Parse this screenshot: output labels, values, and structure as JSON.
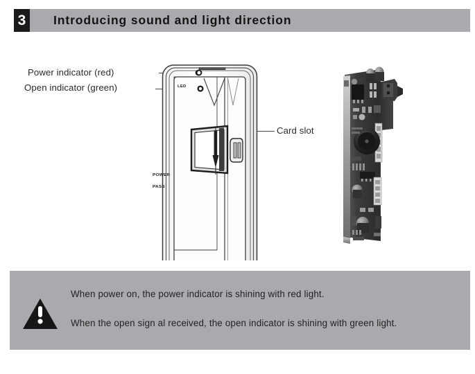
{
  "header": {
    "number": "3",
    "title": "Introducing sound and light direction",
    "bar_color": "#a8aaad",
    "number_box_color": "#1b1b1b"
  },
  "figure": {
    "callouts": [
      {
        "name": "power-indicator",
        "label": "Power indicator (red)"
      },
      {
        "name": "open-indicator",
        "label": "Open indicator (green)"
      },
      {
        "name": "card-slot",
        "label": "Card slot"
      }
    ],
    "device_silkscreen": [
      {
        "name": "power",
        "text": "POWER"
      },
      {
        "name": "pass",
        "text": "PASS"
      },
      {
        "name": "led",
        "text": "LED"
      }
    ],
    "device_icon": "card-reader-outline",
    "pcb_icon": "circuit-board-photo"
  },
  "warning": {
    "icon": "warning-triangle-icon",
    "background_color": "#a8aaad",
    "lines": [
      "When power on, the power  indicator  is shining with red light.",
      "When the open sign al received, the open indicator is  shining with green light."
    ]
  },
  "colors": {
    "red_light": "#e03030",
    "green_light": "#33a852",
    "panel_gray": "#a8aaad",
    "ink": "#231f20"
  }
}
